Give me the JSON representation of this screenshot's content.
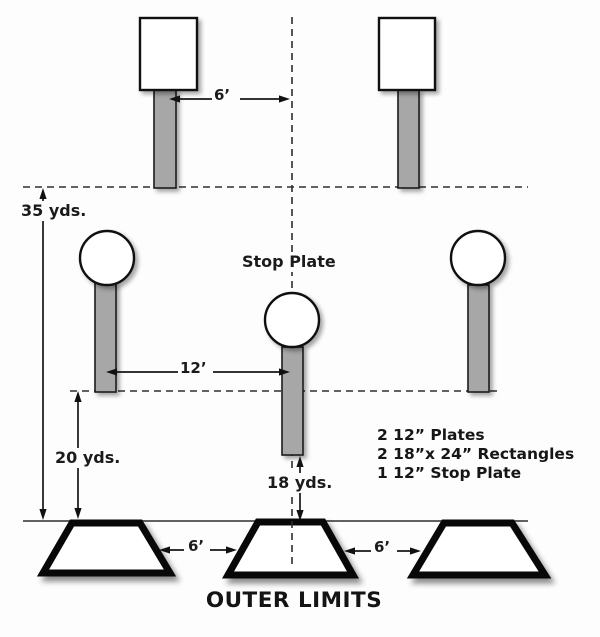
{
  "diagram": {
    "title": "OUTER LIMITS",
    "stop_plate_label": "Stop Plate",
    "dimensions": {
      "top_plate_offset": "6’",
      "round_plate_offset": "12’",
      "rect_plate_distance": "35 yds.",
      "round_plate_distance": "20 yds.",
      "stop_plate_distance": "18 yds.",
      "box_gap_left": "6’",
      "box_gap_right": "6’"
    },
    "equipment": [
      "2 12” Plates",
      "2 18”x 24” Rectangles",
      "1 12” Stop Plate"
    ],
    "colors": {
      "ink": "#161616",
      "post_gray": "#a7a7a7",
      "background": "#fdfdfd"
    }
  }
}
